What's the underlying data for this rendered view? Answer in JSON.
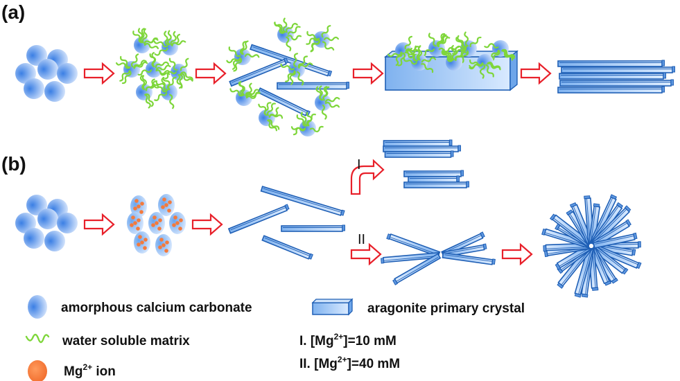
{
  "panels": {
    "a_label": "(a)",
    "b_label": "(b)",
    "path_I": "I",
    "path_II": "II"
  },
  "legend": {
    "acc": "amorphous calcium carbonate",
    "matrix": "water soluble matrix",
    "mg_prefix": "Mg",
    "mg_sup": "2+",
    "mg_suffix": " ion",
    "crystal": "aragonite primary crystal",
    "cond1_prefix": "I. [Mg",
    "cond1_sup": "2+",
    "cond1_suffix": "]=10 mM",
    "cond2_prefix": "II. [Mg",
    "cond2_sup": "2+",
    "cond2_suffix": "]=40 mM"
  },
  "colors": {
    "acc_blue": "#4a8ae6",
    "crystal_stroke": "#1f5fb5",
    "crystal_fill": "#a9cdf5",
    "matrix_green": "#7ed63a",
    "mg_orange": "#f47a3c",
    "arrow_red": "#e8202a"
  }
}
